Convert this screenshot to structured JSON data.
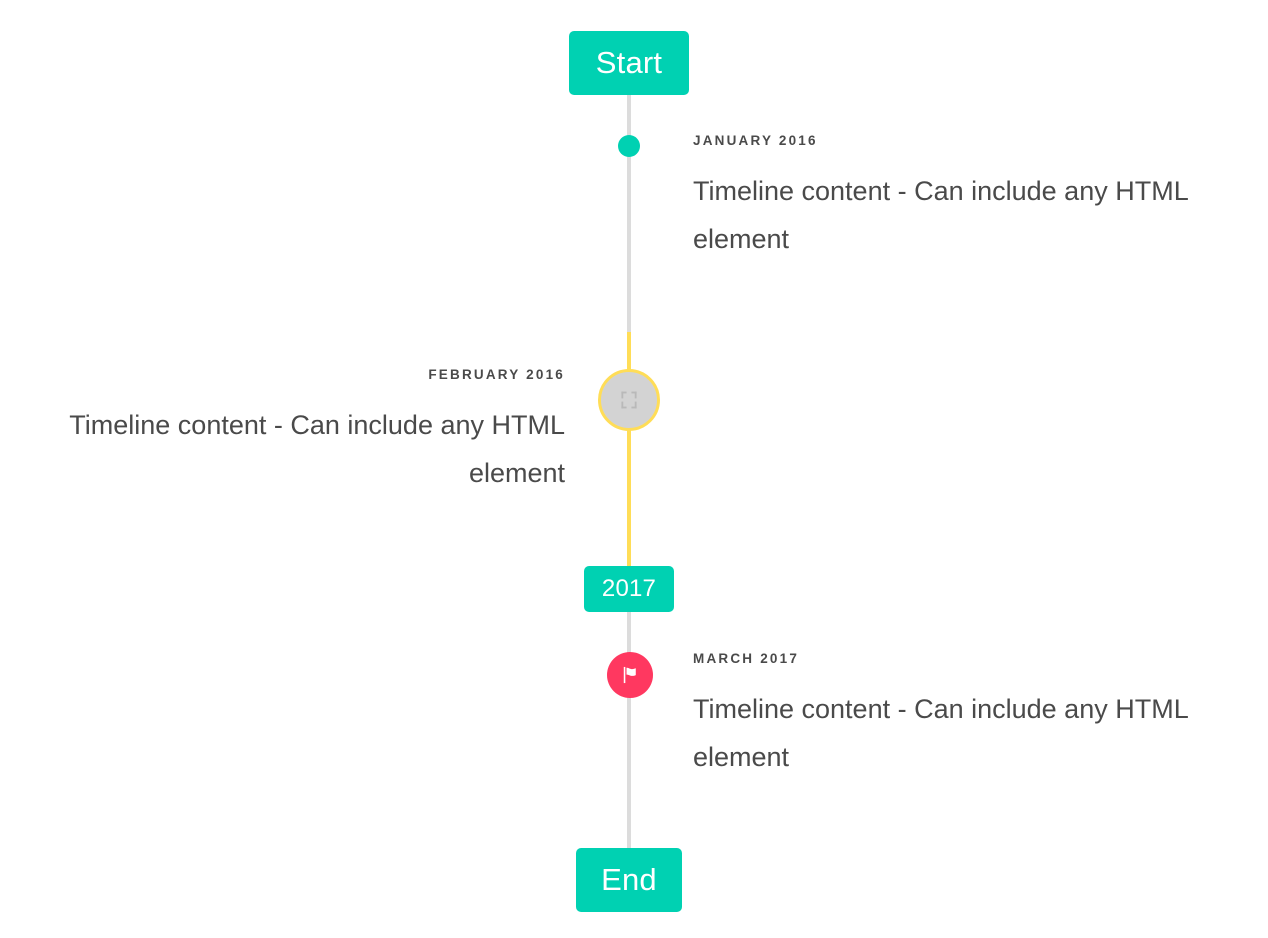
{
  "page": {
    "title": "Timeline",
    "background_color": "#ffffff",
    "axis_color": "#dcdcdc",
    "accent_color": "#ffdd57",
    "primary_color": "#00d1b2",
    "danger_color": "#ff3860",
    "text_color": "#4a4a4a"
  },
  "header_badge": {
    "label": "Start",
    "color": "#00d1b2"
  },
  "middle_badge": {
    "label": "2017",
    "color": "#00d1b2"
  },
  "footer_badge": {
    "label": "End",
    "color": "#00d1b2"
  },
  "entries": [
    {
      "date": "January 2016",
      "body": "Timeline content - Can include any HTML element",
      "side": "right",
      "marker": {
        "type": "dot",
        "icon": "dot-icon",
        "color": "#00d1b2"
      }
    },
    {
      "date": "February 2016",
      "body": "Timeline content - Can include any HTML element",
      "side": "left",
      "marker": {
        "type": "image",
        "icon": "broken-image-icon",
        "color": "#d3d3d3",
        "ring_color": "#ffdd57"
      }
    },
    {
      "date": "March 2017",
      "body": "Timeline content - Can include any HTML element",
      "side": "right",
      "marker": {
        "type": "icon",
        "icon": "flag-icon",
        "color": "#ff3860"
      }
    }
  ]
}
